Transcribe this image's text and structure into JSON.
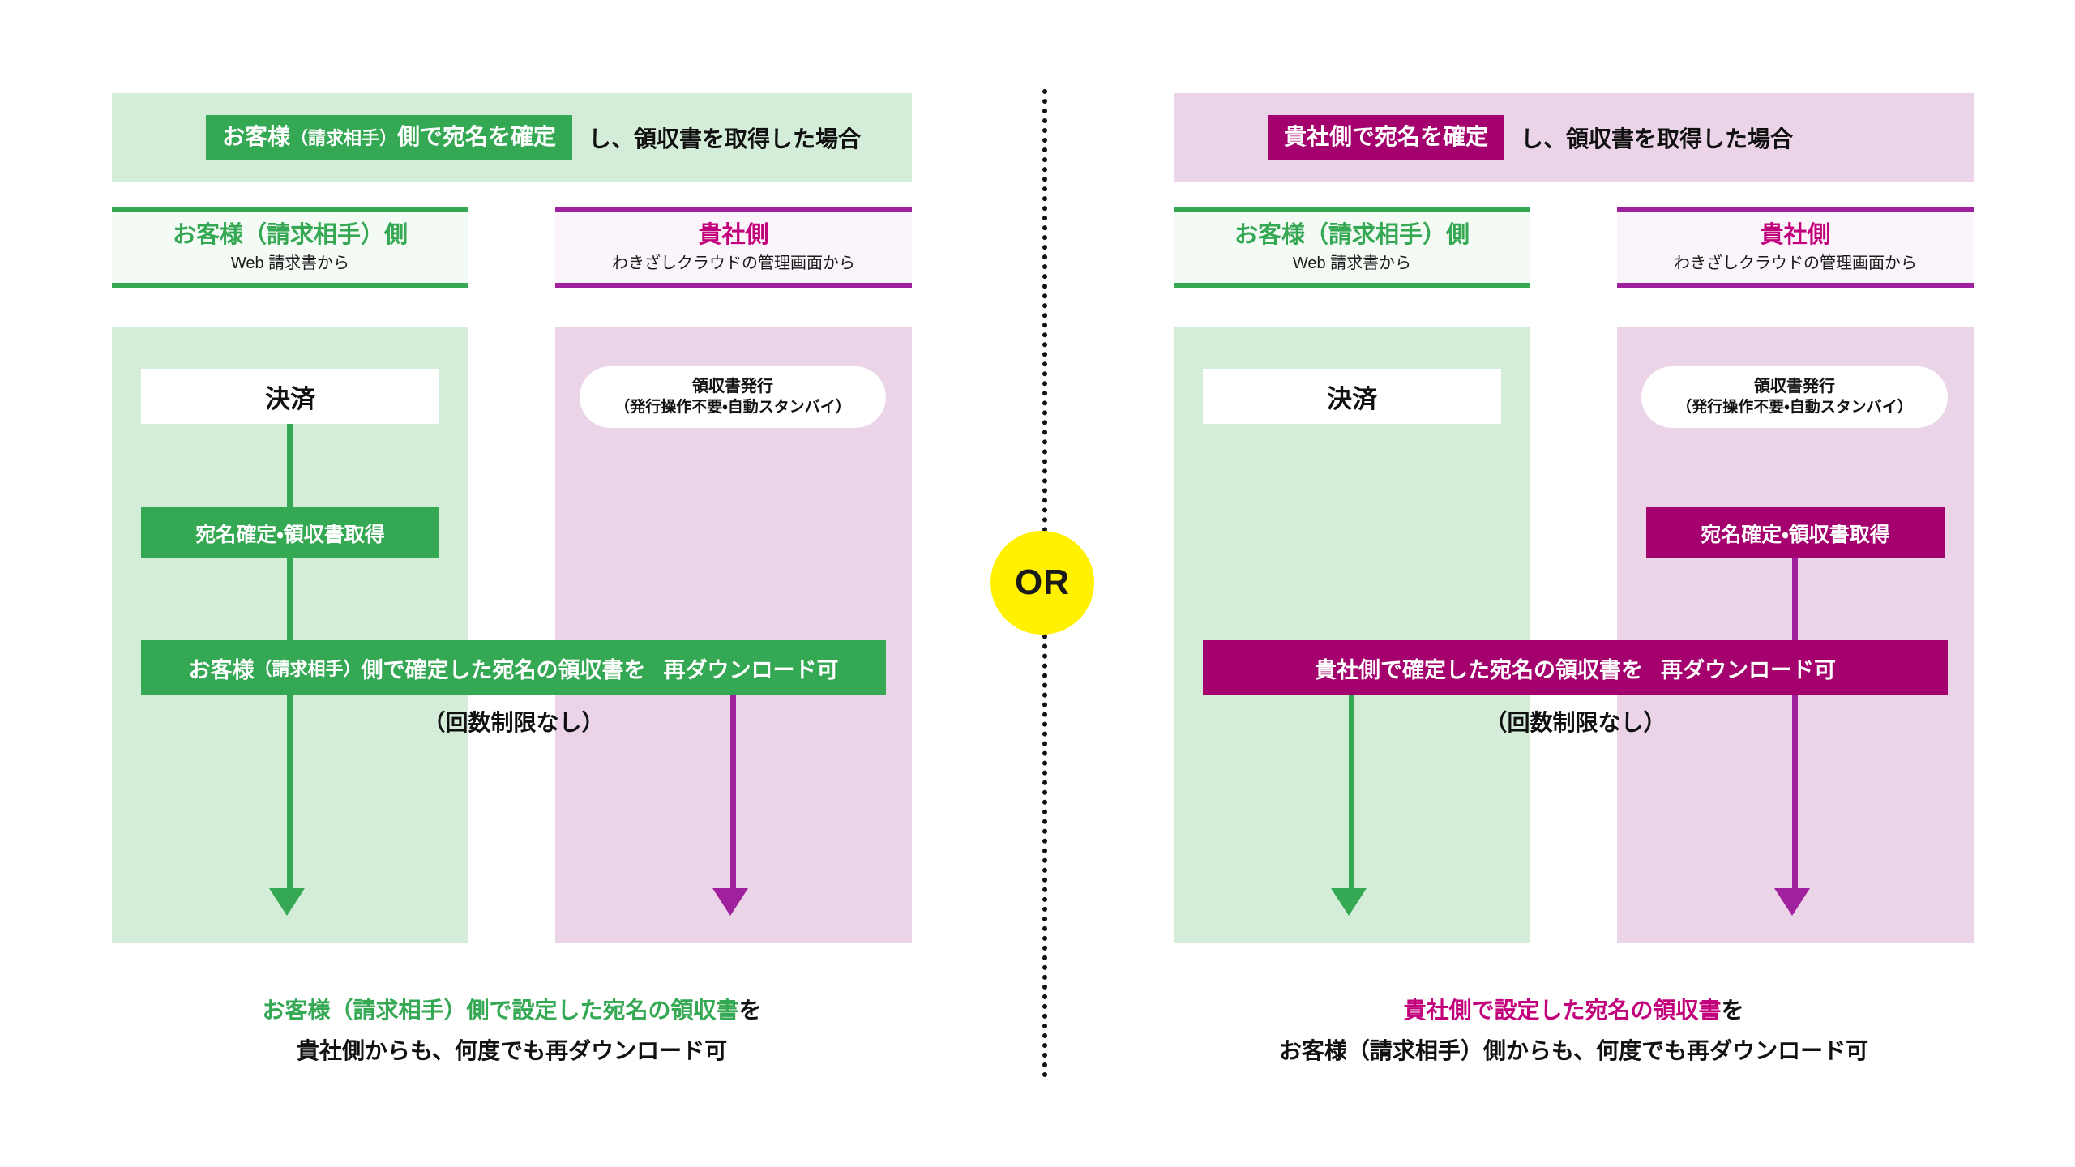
{
  "colors": {
    "green_accent": "#34A853",
    "green_tint": "#D4EDD9",
    "green_pale": "#F4FBF5",
    "purple_accent": "#A4006E",
    "purple_line": "#A0219E",
    "purple_heading": "#C2007B",
    "purple_tint": "#EBD4E8",
    "purple_pale": "#FBF4FA",
    "or_yellow": "#FFF100",
    "text": "#111111"
  },
  "divider": {
    "style": "dotted",
    "badge_label": "OR"
  },
  "scenarios": [
    {
      "id": "customer-side",
      "banner": {
        "chip_main": "お客様",
        "chip_paren": "（請求相手）",
        "chip_rest": "側で宛名を確定",
        "tail": "し、領収書を取得した場合"
      },
      "columns": [
        {
          "id": "customer",
          "title_main": "お客様",
          "title_paren": "（請求相手）",
          "title_rest": "側",
          "subtitle": "Web 請求書から"
        },
        {
          "id": "company",
          "title_main": "貴社側",
          "title_paren": "",
          "title_rest": "",
          "subtitle": "わきざしクラウドの管理画面から"
        }
      ],
      "nodes": {
        "payment": "決済",
        "issue_line1": "領収書発行",
        "issue_line2": "（発行操作不要・自動スタンバイ）",
        "action": "宛名確定・領収書取得",
        "action_column": "customer",
        "bar_main": "お客様",
        "bar_paren": "（請求相手）",
        "bar_rest": "側で確定した宛名の領収書を",
        "bar_emph": "再ダウンロード可",
        "note": "（回数制限なし）"
      },
      "caption": {
        "line1_colored": "お客様（請求相手）側で設定した宛名の領収書",
        "line1_tail": "を",
        "line2": "貴社側からも、何度でも再ダウンロード可"
      }
    },
    {
      "id": "company-side",
      "banner": {
        "chip_main": "貴社側で宛名を確定",
        "chip_paren": "",
        "chip_rest": "",
        "tail": "し、領収書を取得した場合"
      },
      "columns": [
        {
          "id": "customer",
          "title_main": "お客様",
          "title_paren": "（請求相手）",
          "title_rest": "側",
          "subtitle": "Web 請求書から"
        },
        {
          "id": "company",
          "title_main": "貴社側",
          "title_paren": "",
          "title_rest": "",
          "subtitle": "わきざしクラウドの管理画面から"
        }
      ],
      "nodes": {
        "payment": "決済",
        "issue_line1": "領収書発行",
        "issue_line2": "（発行操作不要・自動スタンバイ）",
        "action": "宛名確定・領収書取得",
        "action_column": "company",
        "bar_main": "貴社側で確定した宛名の領収書を",
        "bar_paren": "",
        "bar_rest": "",
        "bar_emph": "再ダウンロード可",
        "note": "（回数制限なし）"
      },
      "caption": {
        "line1_colored": "貴社側で設定した宛名の領収書",
        "line1_tail": "を",
        "line2": "お客様（請求相手）側からも、何度でも再ダウンロード可"
      }
    }
  ]
}
